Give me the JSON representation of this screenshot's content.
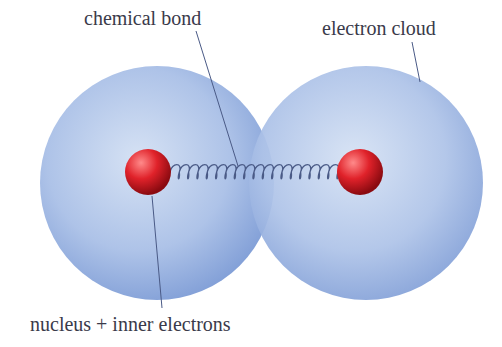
{
  "diagram": {
    "labels": [
      "chemical bond",
      "electron cloud",
      "nucleus + inner electrons"
    ]
  }
}
